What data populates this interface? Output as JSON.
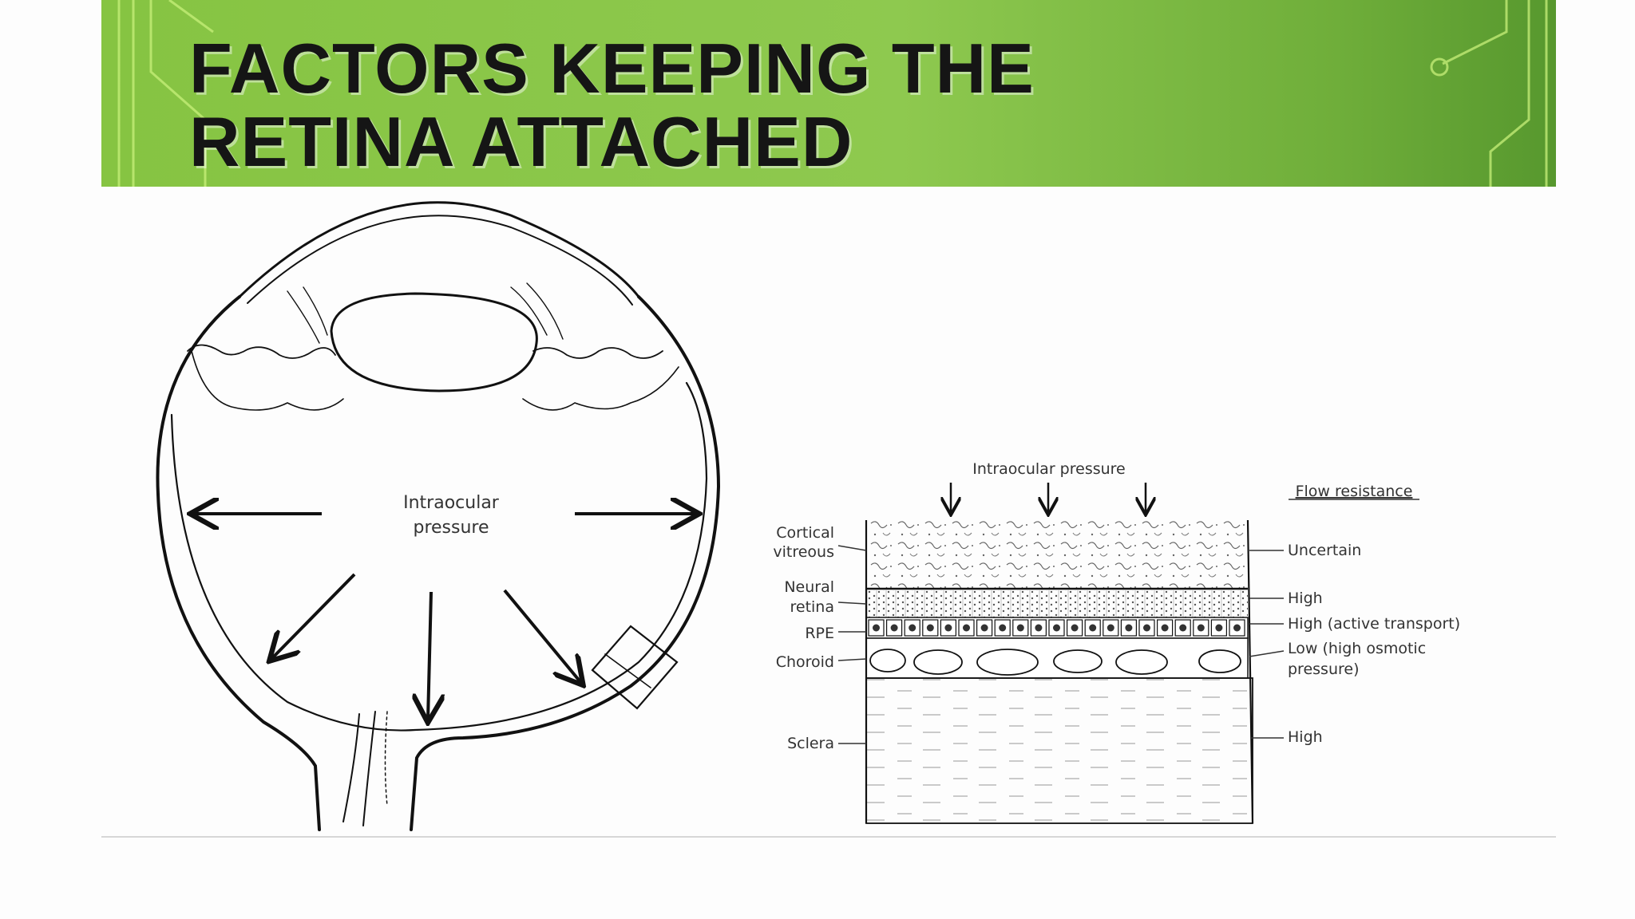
{
  "slide": {
    "title_line1": "FACTORS KEEPING THE",
    "title_line2": "RETINA ATTACHED",
    "accent_color": "#8ec94f"
  },
  "eye_diagram": {
    "label_line1": "Intraocular",
    "label_line2": "pressure"
  },
  "layer_diagram": {
    "top_label": "Intraocular pressure",
    "flow_header": "Flow resistance",
    "layers": [
      {
        "name_line1": "Cortical",
        "name_line2": "vitreous",
        "resistance_line1": "Uncertain",
        "resistance_line2": ""
      },
      {
        "name_line1": "Neural",
        "name_line2": "retina",
        "resistance_line1": "High",
        "resistance_line2": ""
      },
      {
        "name_line1": "RPE",
        "name_line2": "",
        "resistance_line1": "High (active transport)",
        "resistance_line2": ""
      },
      {
        "name_line1": "Choroid",
        "name_line2": "",
        "resistance_line1": "Low (high osmotic",
        "resistance_line2": "pressure)"
      },
      {
        "name_line1": "Sclera",
        "name_line2": "",
        "resistance_line1": "High",
        "resistance_line2": ""
      }
    ]
  }
}
